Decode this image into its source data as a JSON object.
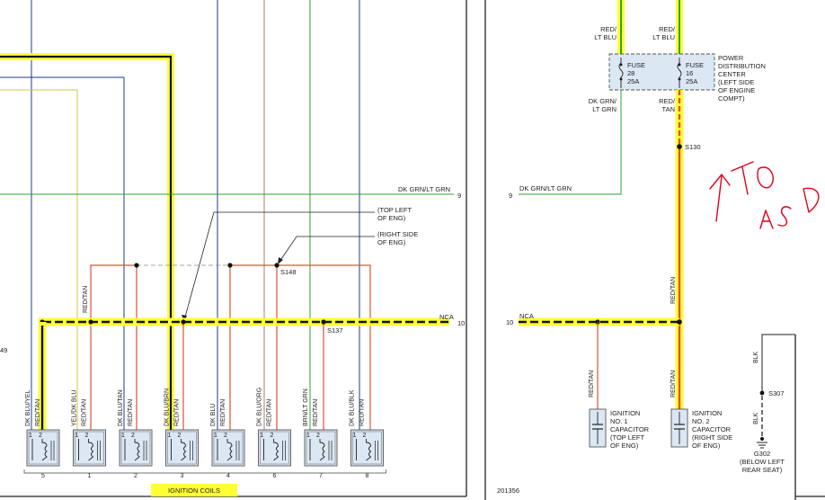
{
  "left_panel": {
    "wire_labels": {
      "dkgrn_ltgrn": "DK GRN/LT GRN",
      "nca": "NCA",
      "red_tan_splice": "RED/TAN"
    },
    "wire_numbers": {
      "w9": "9",
      "w10": "10"
    },
    "edge_fragment": "49",
    "notes": {
      "top_left_eng": [
        "(TOP LEFT",
        "OF ENG)"
      ],
      "right_side_eng": [
        "(RIGHT SIDE",
        "OF ENG)"
      ]
    },
    "splices": {
      "s148": "S148",
      "s137": "S137"
    },
    "coils": [
      {
        "pin1": "DK BLU/YEL",
        "pin2": "RED/TAN",
        "number": "5"
      },
      {
        "pin1": "YEL/DK BLU",
        "pin2": "RED/TAN",
        "number": "1"
      },
      {
        "pin1": "DK BLU/TAN",
        "pin2": "RED/TAN",
        "number": "2"
      },
      {
        "pin1": "DK BLU/BRN",
        "pin2": "RED/TAN",
        "number": "3"
      },
      {
        "pin1": "DK BLU",
        "pin2": "RED/TAN",
        "number": "4"
      },
      {
        "pin1": "DK BLU/ORG",
        "pin2": "RED/TAN",
        "number": "6"
      },
      {
        "pin1": "BRN/LT GRN",
        "pin2": "RED/TAN",
        "number": "7"
      },
      {
        "pin1": "DK BLU/BLK",
        "pin2": "RED/TAN",
        "number": "8"
      }
    ],
    "pin_numbers": {
      "p1": "1",
      "p2": "2"
    },
    "ignition_coils_label": "IGNITION COILS"
  },
  "right_panel": {
    "top_wires": {
      "left": [
        "RED/",
        "LT BLU"
      ],
      "right": [
        "RED/",
        "LT BLU"
      ]
    },
    "fuse_left": {
      "name": "FUSE",
      "number": "28",
      "rating": "25A"
    },
    "fuse_right": {
      "name": "FUSE",
      "number": "16",
      "rating": "25A"
    },
    "pdc_label": [
      "POWER",
      "DISTRIBUTION",
      "CENTER",
      "(LEFT SIDE",
      "OF ENGINE",
      "COMPT)"
    ],
    "below_fuse_left": [
      "DK GRN/",
      "LT GRN"
    ],
    "below_fuse_right": [
      "RED/",
      "TAN"
    ],
    "s130": "S130",
    "wire9_label": "DK GRN/LT GRN",
    "wire9_number": "9",
    "nca_label": "NCA",
    "wire10_number": "10",
    "red_tan_vertical": "RED/TAN",
    "cap1_wire": "RED/TAN",
    "cap2_wire": "RED/TAN",
    "cap1_label": [
      "IGNITION",
      "NO. 1",
      "CAPACITOR",
      "(TOP LEFT",
      "OF ENG)"
    ],
    "cap2_label": [
      "IGNITION",
      "NO. 2",
      "CAPACITOR",
      "(RIGHT SIDE",
      "OF ENG)"
    ],
    "blk_upper": "BLK",
    "blk_lower": "BLK",
    "s307": "S307",
    "ground_label": [
      "G302",
      "(BELOW LEFT",
      "REAR SEAT)"
    ],
    "diagram_number": "201356",
    "handwritten_note": "TO ASD"
  },
  "colors": {
    "highlight": "#ffff33",
    "red_tan": "#e05030",
    "dk_blu": "#1c3a8c",
    "green": "#2fa12f",
    "brown": "#a08070",
    "yellow_wire": "#c8c84a",
    "frame": "#222222",
    "annotation_red": "#e0001b"
  }
}
